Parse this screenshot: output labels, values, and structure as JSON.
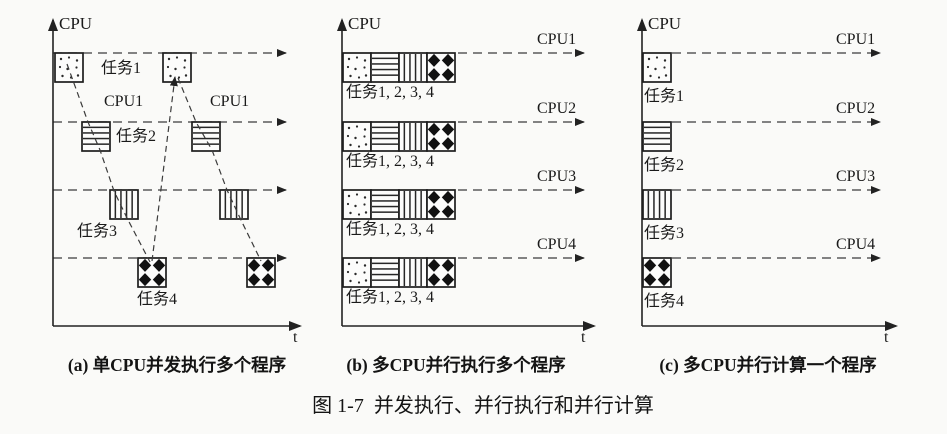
{
  "figure": {
    "caption": "图 1-7  并发执行、并行执行和并行计算"
  },
  "panel_a": {
    "caption": "(a) 单CPU并发执行多个程序",
    "y_axis_label": "CPU",
    "x_axis_label": "t",
    "task1_label": "任务1",
    "task2_label": "任务2",
    "task3_label": "任务3",
    "task4_label": "任务4",
    "cpu_switch_label_1": "CPU1",
    "cpu_switch_label_2": "CPU1"
  },
  "panel_b": {
    "caption": "(b) 多CPU并行执行多个程序",
    "y_axis_label": "CPU",
    "x_axis_label": "t",
    "cpu_labels": [
      "CPU1",
      "CPU2",
      "CPU3",
      "CPU4"
    ],
    "bar_labels": [
      "任务1, 2, 3, 4",
      "任务1, 2, 3, 4",
      "任务1, 2, 3, 4",
      "任务1, 2, 3, 4"
    ]
  },
  "panel_c": {
    "caption": "(c) 多CPU并行计算一个程序",
    "y_axis_label": "CPU",
    "x_axis_label": "t",
    "cpu_labels": [
      "CPU1",
      "CPU2",
      "CPU3",
      "CPU4"
    ],
    "task_labels": [
      "任务1",
      "任务2",
      "任务3",
      "任务4"
    ]
  },
  "legend_patterns": {
    "task1": "dots",
    "task2": "horizontal-stripes",
    "task3": "vertical-stripes",
    "task4": "black-diamonds"
  },
  "colors": {
    "ink": "#1f1f1f",
    "background": "#fafaf8"
  }
}
